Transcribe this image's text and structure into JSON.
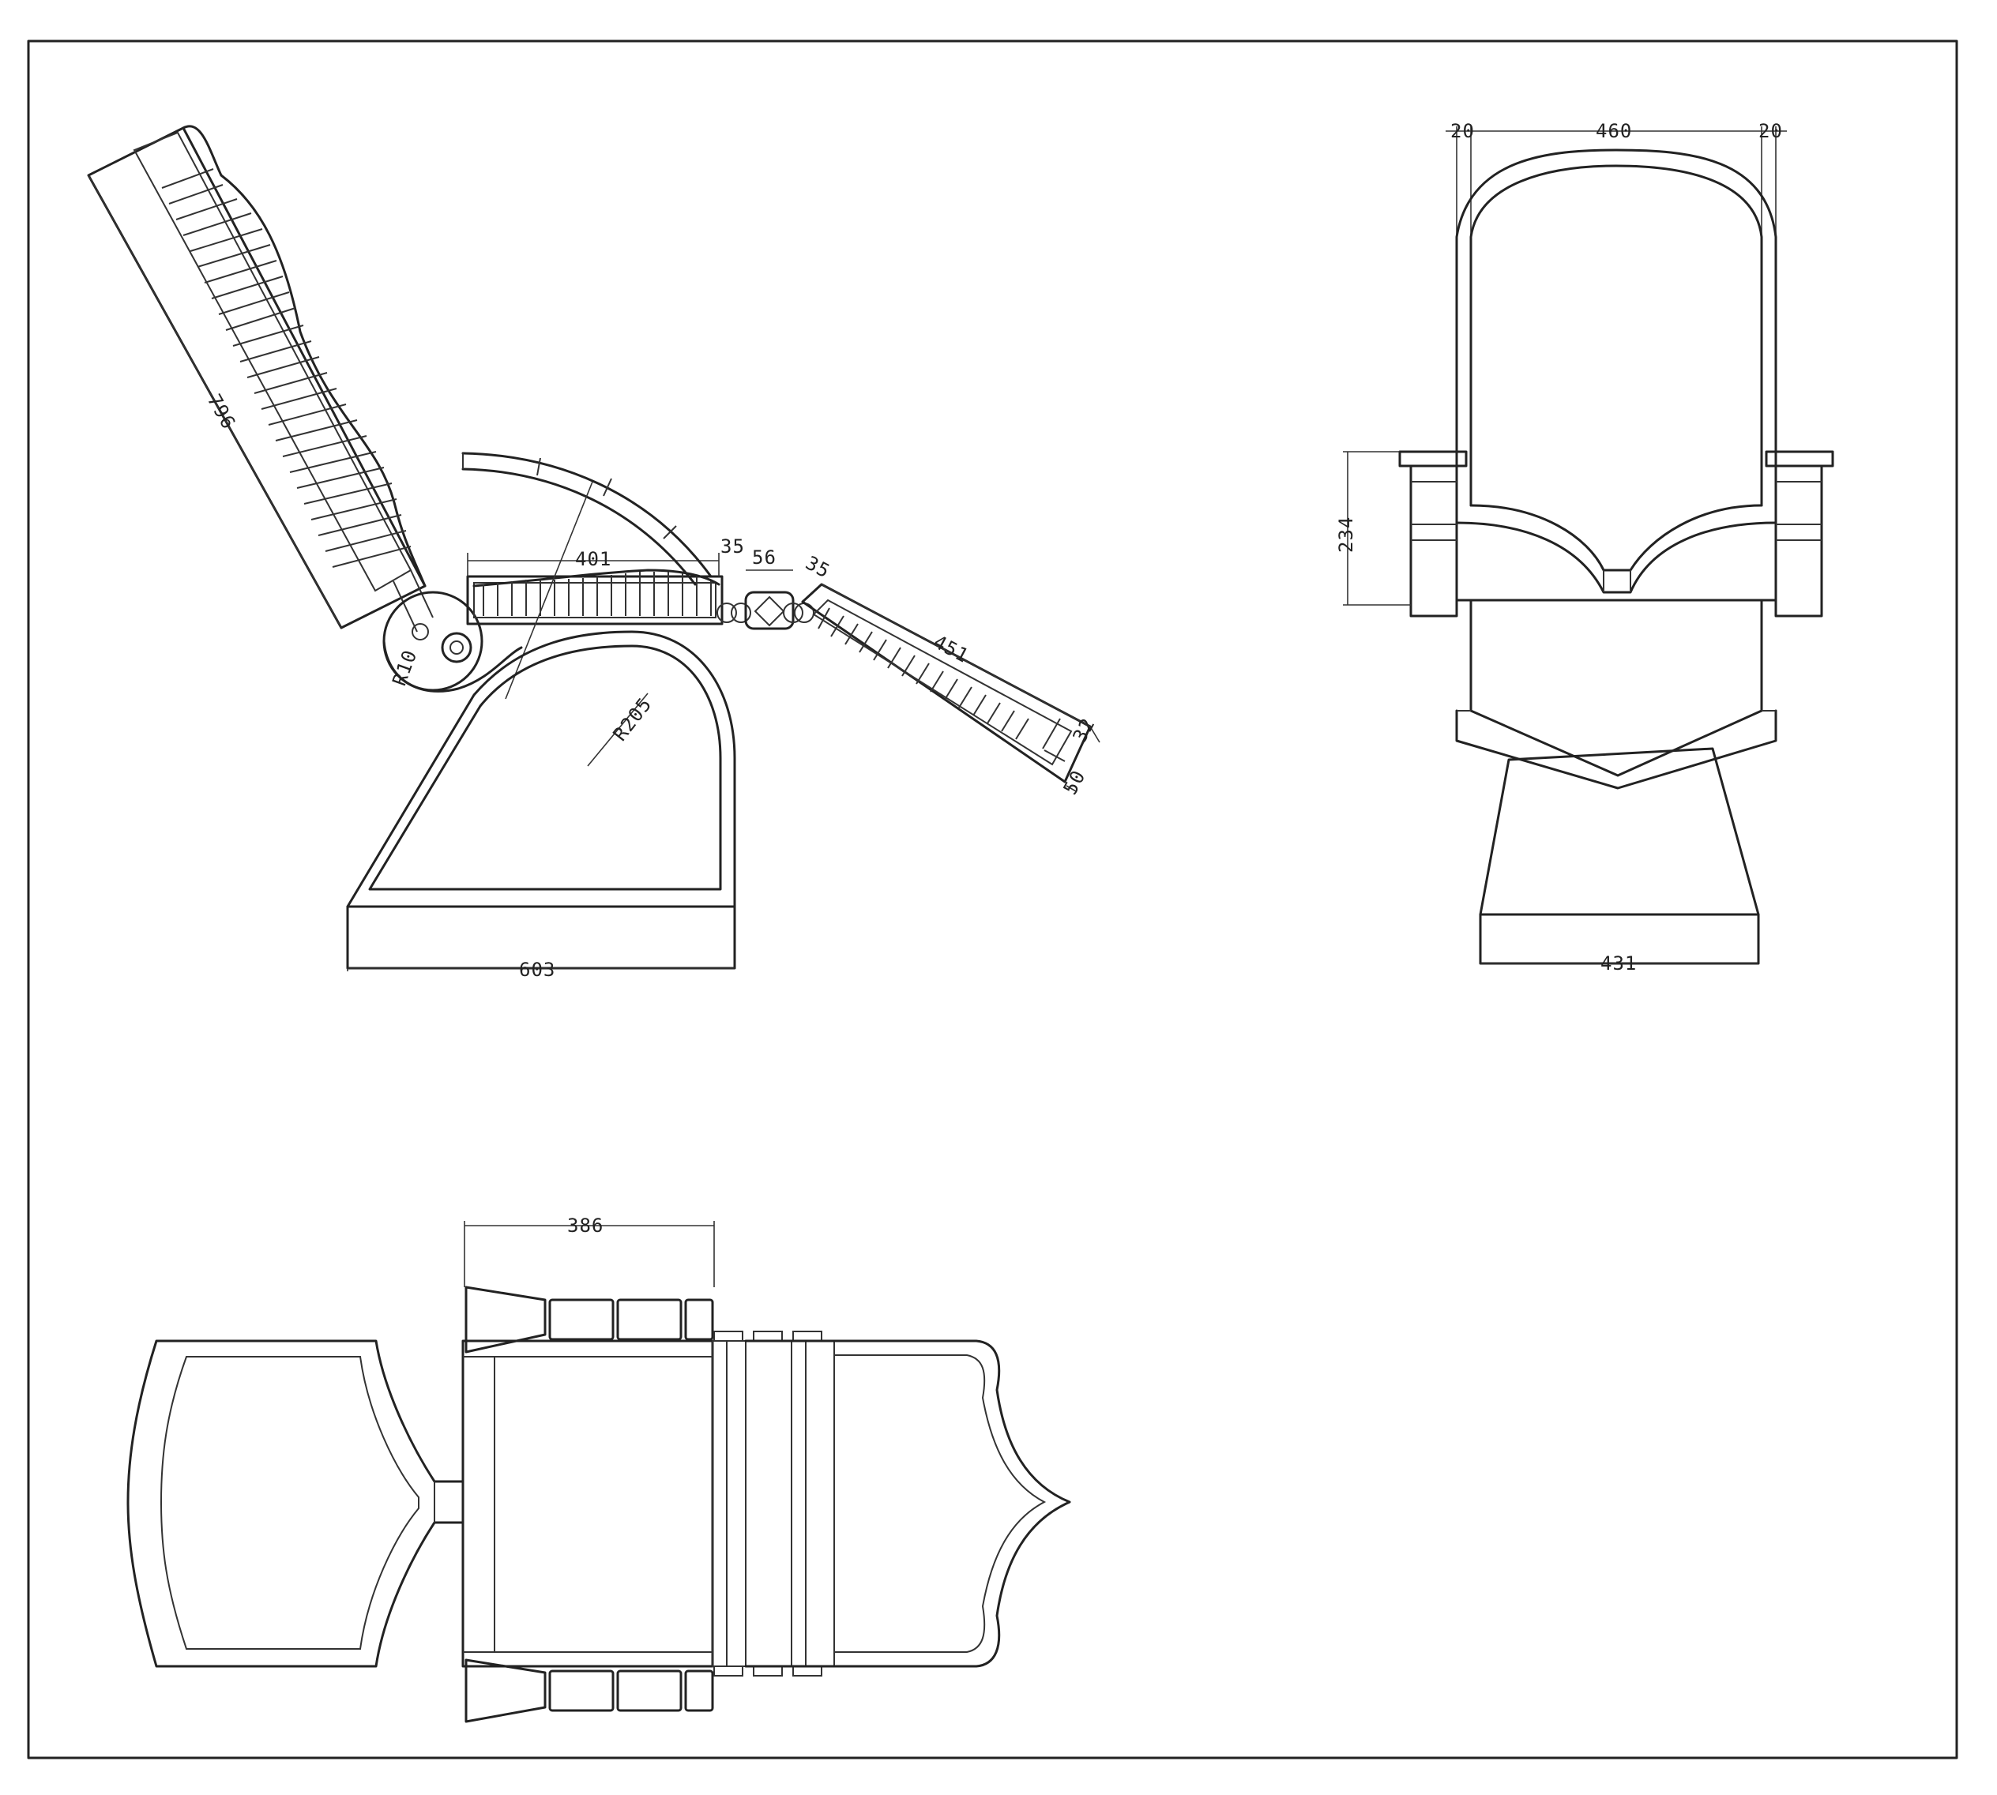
{
  "dimensions": {
    "side_view": {
      "backrest_length": "796",
      "seat_length": "401",
      "seat_gap": "35",
      "hinge_width": "56",
      "leg_gap": "35",
      "leg_length": "451",
      "leg_thickness_top": "32",
      "leg_thickness_bottom": "50",
      "base_radius": "R205",
      "hinge_radius": "R10",
      "base_width": "603"
    },
    "front_view": {
      "left_margin": "20",
      "back_width": "460",
      "right_margin": "20",
      "armrest_height": "234",
      "base_width": "431"
    },
    "top_view": {
      "arm_length": "386"
    }
  },
  "colors": {
    "line": "#222222",
    "paper": "#ffffff"
  }
}
